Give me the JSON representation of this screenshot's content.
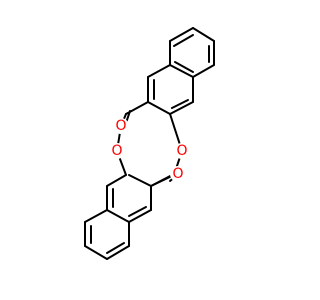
{
  "structure": {
    "atoms": [
      {
        "id": "O_carbonyl_top",
        "element": "O",
        "label": "O",
        "color": "#ff0000"
      },
      {
        "id": "O_ring_left",
        "element": "O",
        "label": "O",
        "color": "#ff0000"
      },
      {
        "id": "O_ring_right",
        "element": "O",
        "label": "O",
        "color": "#ff0000"
      },
      {
        "id": "O_carbonyl_bottom",
        "element": "O",
        "label": "O",
        "color": "#ff0000"
      }
    ],
    "bond_color": "#000000"
  }
}
